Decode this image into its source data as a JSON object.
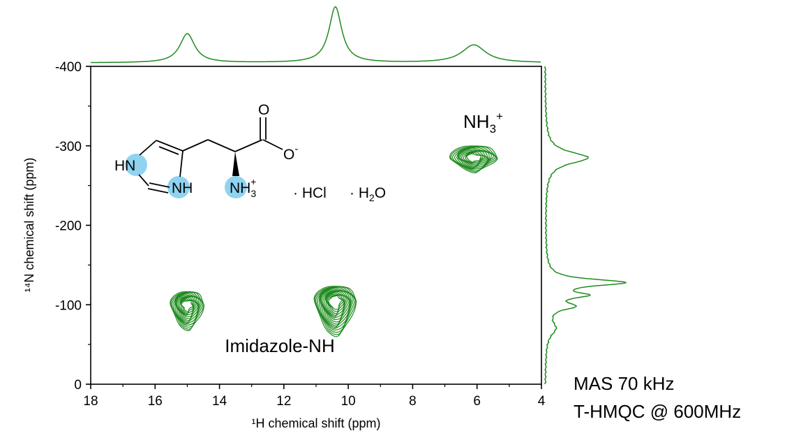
{
  "chart_data": {
    "type": "contour-2d-nmr",
    "xlabel": "¹H chemical shift (ppm)",
    "ylabel": "¹⁴N chemical shift (ppm)",
    "xlim": [
      18,
      4
    ],
    "ylim": [
      0,
      -400
    ],
    "x_ticks": [
      18,
      16,
      14,
      12,
      10,
      8,
      6,
      4
    ],
    "y_ticks": [
      0,
      -100,
      -200,
      -300,
      -400
    ],
    "x_tick_labels": [
      "18",
      "16",
      "14",
      "12",
      "10",
      "8",
      "6",
      "4"
    ],
    "y_tick_labels": [
      "0",
      "-100",
      "-200",
      "-300",
      "-400"
    ],
    "color": "#1f8a1f",
    "peaks": [
      {
        "x": 15.0,
        "y": -100,
        "label": ""
      },
      {
        "x": 10.4,
        "y": -105,
        "label": ""
      },
      {
        "x": 6.1,
        "y": -280,
        "label": ""
      }
    ],
    "peak_labels": {
      "nh3": "NH",
      "nh3_sub": "3",
      "nh3_sup": "+",
      "imidazole": "Imidazole-NH"
    },
    "h1_projection": [
      {
        "x": 15.0,
        "height": 0.52,
        "width": 0.28
      },
      {
        "x": 10.4,
        "height": 1.0,
        "width": 0.24
      },
      {
        "x": 6.1,
        "height": 0.32,
        "width": 0.45
      }
    ],
    "n14_projection": [
      {
        "y": -285,
        "height": 0.55,
        "width": 9
      },
      {
        "y": -128,
        "height": 1.0,
        "width": 5
      },
      {
        "y": -112,
        "height": 0.45,
        "width": 4
      },
      {
        "y": -98,
        "height": 0.33,
        "width": 5
      },
      {
        "y": -70,
        "height": 0.12,
        "width": 10
      }
    ]
  },
  "conditions": {
    "line1": "MAS 70 kHz",
    "line2": "T-HMQC @ 600MHz"
  },
  "molecule": {
    "atom_hn": "HN",
    "atom_nh": "NH",
    "atom_o": "O",
    "atom_o_minus": "O",
    "minus": "-",
    "atom_nh3": "NH",
    "nh3_sub": "3",
    "nh3_sup": "+",
    "salt_hcl": "· HCl",
    "water_dot": "· H",
    "water_sub": "2",
    "water_o": "O",
    "highlight_color": "#8fd3f0"
  }
}
